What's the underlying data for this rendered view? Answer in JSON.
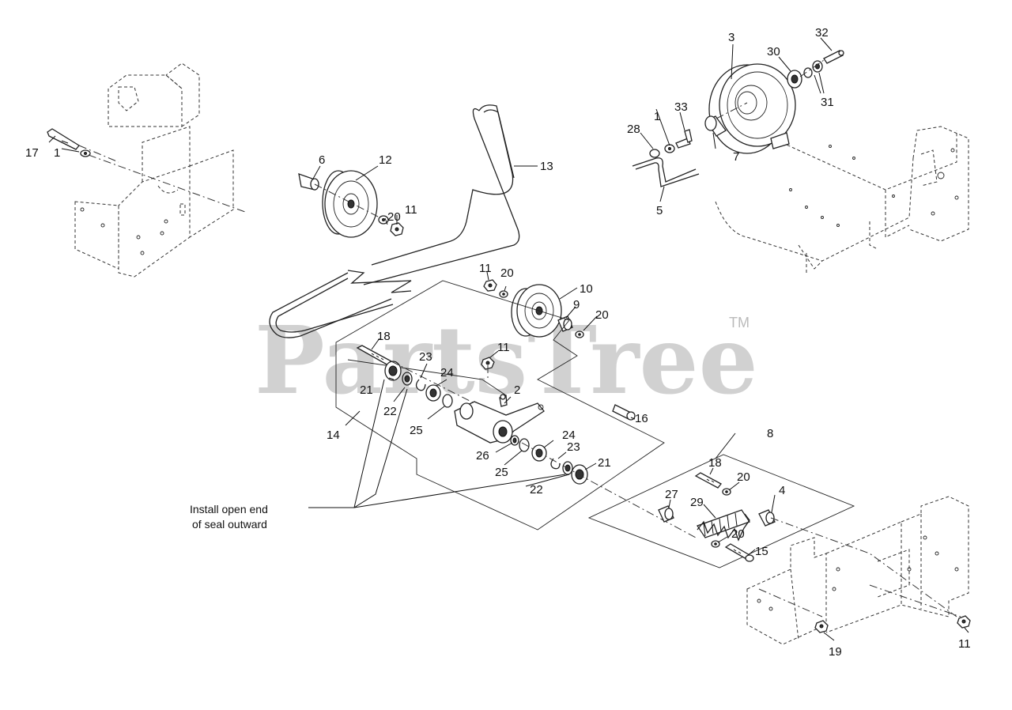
{
  "watermark": {
    "brand": "PartsTree",
    "trademark": "TM"
  },
  "note": {
    "line1": "Install open end",
    "line2": "of seal outward"
  },
  "callouts": [
    {
      "id": "c1",
      "label": "1"
    },
    {
      "id": "c2",
      "label": "2"
    },
    {
      "id": "c3",
      "label": "3"
    },
    {
      "id": "c4",
      "label": "4"
    },
    {
      "id": "c5",
      "label": "5"
    },
    {
      "id": "c6",
      "label": "6"
    },
    {
      "id": "c7",
      "label": "7"
    },
    {
      "id": "c8",
      "label": "8"
    },
    {
      "id": "c9",
      "label": "9"
    },
    {
      "id": "c10",
      "label": "10"
    },
    {
      "id": "c11",
      "label": "11"
    },
    {
      "id": "c12",
      "label": "12"
    },
    {
      "id": "c13",
      "label": "13"
    },
    {
      "id": "c14",
      "label": "14"
    },
    {
      "id": "c15",
      "label": "15"
    },
    {
      "id": "c16",
      "label": "16"
    },
    {
      "id": "c17",
      "label": "17"
    },
    {
      "id": "c18",
      "label": "18"
    },
    {
      "id": "c19",
      "label": "19"
    },
    {
      "id": "c20",
      "label": "20"
    },
    {
      "id": "c21",
      "label": "21"
    },
    {
      "id": "c22",
      "label": "22"
    },
    {
      "id": "c23",
      "label": "23"
    },
    {
      "id": "c24",
      "label": "24"
    },
    {
      "id": "c25",
      "label": "25"
    },
    {
      "id": "c26",
      "label": "26"
    },
    {
      "id": "c27",
      "label": "27"
    },
    {
      "id": "c28",
      "label": "28"
    },
    {
      "id": "c29",
      "label": "29"
    },
    {
      "id": "c30",
      "label": "30"
    },
    {
      "id": "c31",
      "label": "31"
    },
    {
      "id": "c32",
      "label": "32"
    },
    {
      "id": "c33",
      "label": "33"
    }
  ]
}
